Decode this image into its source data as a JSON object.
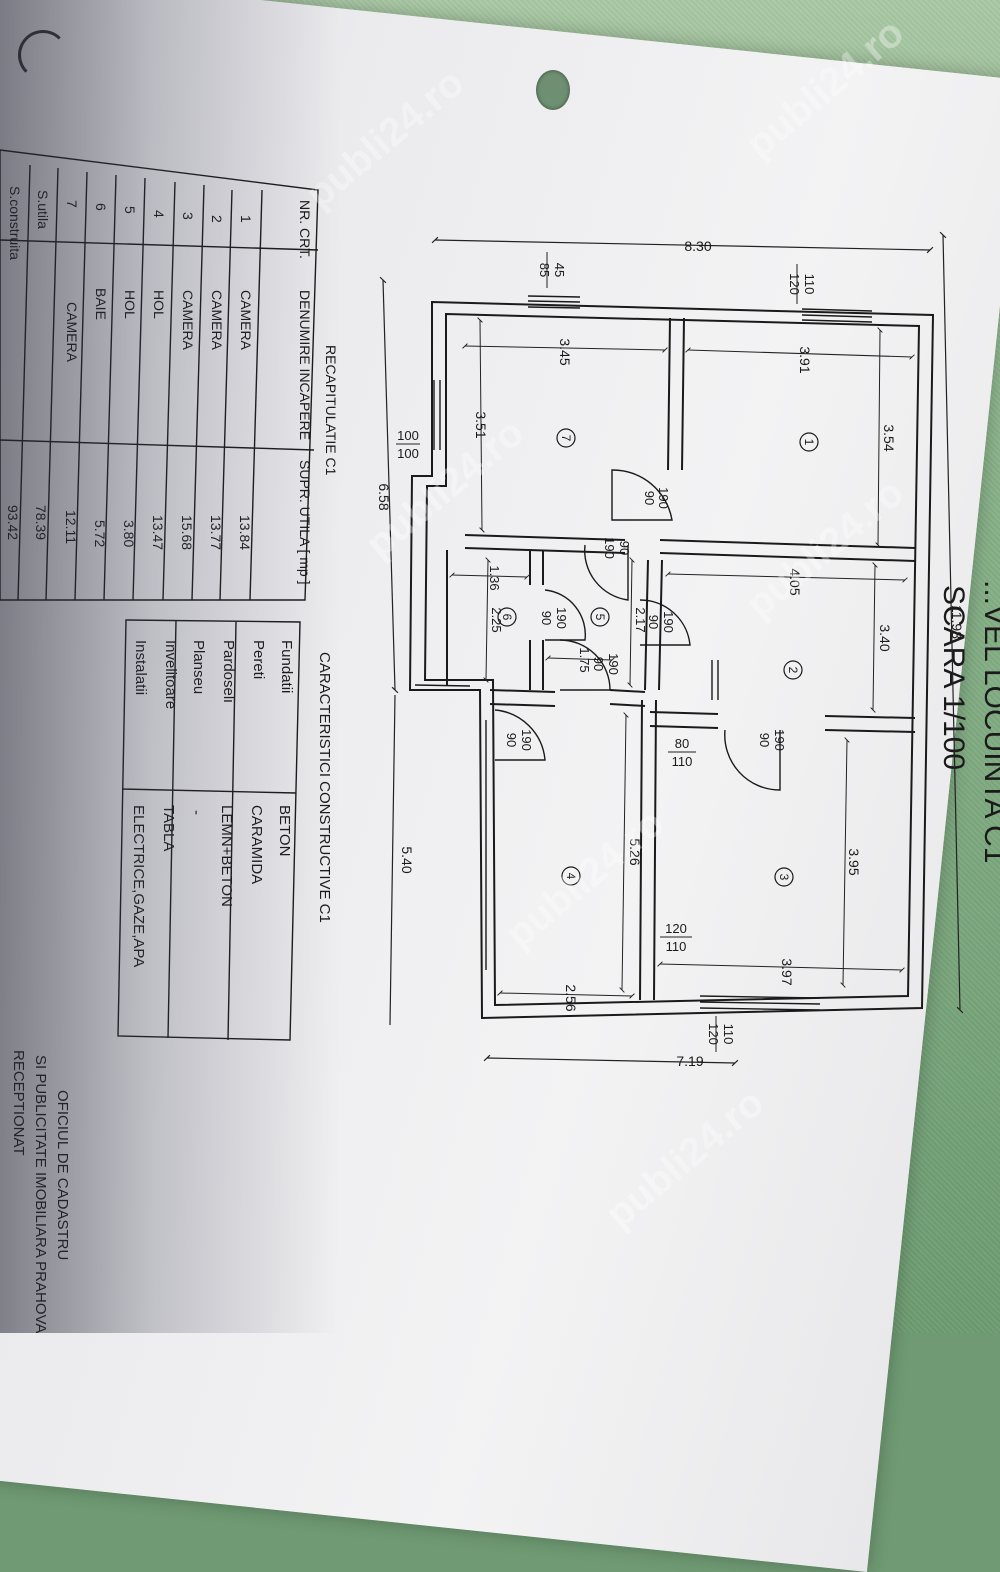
{
  "plan": {
    "title_line1": "...VEL LOCUINTA C1",
    "title_line2": "SCARA 1/100",
    "dims": {
      "overall_w": "11.98",
      "top_w": "8.30",
      "bottom_w": "7.19",
      "overall_h": "6.58",
      "right_h": "5.40",
      "r7_w": "3.45",
      "r7_h": "3.51",
      "r1_w": "3.91",
      "r1_h": "3.54",
      "r2_w": "4.05",
      "r2_h": "3.40",
      "r3_w": "3.97",
      "r3_h": "3.95",
      "r4_w": "2.56",
      "r4_h": "5.26",
      "r6_w": "1.36",
      "r6_h": "2.25",
      "r5_w": "1.75",
      "r5_h": "2.17"
    },
    "openings": {
      "win_85_45": [
        "85",
        "45"
      ],
      "win_120_110_top": [
        "120",
        "110"
      ],
      "win_100_100": [
        "100",
        "100"
      ],
      "win_80_110": [
        "80",
        "110"
      ],
      "win_120_110_mid": [
        "120",
        "110"
      ],
      "win_120_110_bottom": [
        "120",
        "110"
      ],
      "door": [
        "90",
        "190"
      ]
    },
    "room_numbers": [
      "1",
      "2",
      "3",
      "4",
      "5",
      "6",
      "7"
    ]
  },
  "recap": {
    "title": "RECAPITULATIE C1",
    "headers": [
      "NR. CRT.",
      "DENUMIRE INCAPERE",
      "SUPR. UTILA [ mp ]"
    ],
    "rows": [
      [
        "1",
        "CAMERA",
        "13.84"
      ],
      [
        "2",
        "CAMERA",
        "13.77"
      ],
      [
        "3",
        "CAMERA",
        "15.68"
      ],
      [
        "4",
        "HOL",
        "13.47"
      ],
      [
        "5",
        "HOL",
        "3.80"
      ],
      [
        "6",
        "BAIE",
        "5.72"
      ],
      [
        "7",
        "CAMERA",
        "12.11"
      ]
    ],
    "totals": [
      [
        "S.utila",
        "78.39"
      ],
      [
        "S.construita",
        "93.42"
      ]
    ]
  },
  "characteristics": {
    "title": "CARACTERISTICI CONSTRUCTIVE C1",
    "rows": [
      [
        "Fundatii",
        "BETON"
      ],
      [
        "Pereti",
        "CARAMIDA"
      ],
      [
        "Pardoseli",
        "LEMN+BETON"
      ],
      [
        "Planseu",
        "-"
      ],
      [
        "Invelitoare",
        "TABLA"
      ],
      [
        "Instalatii",
        "ELECTRICE,GAZE,APA"
      ]
    ]
  },
  "stamp": {
    "line1": "OFICIUL DE CADASTRU",
    "line2": "SI PUBLICITATE IMOBILIARA PRAHOVA",
    "line3": "RECEPTIONAT"
  },
  "watermark": "publi24.ro"
}
